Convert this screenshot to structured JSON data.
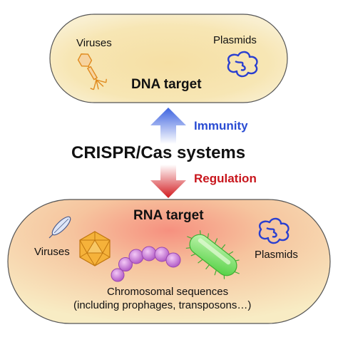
{
  "dna_box": {
    "title": "DNA target",
    "viruses": "Viruses",
    "plasmids": "Plasmids",
    "fill_center": "#f6dfa4",
    "fill_edge": "#f8eac2"
  },
  "center": {
    "title": "CRISPR/Cas systems",
    "immunity": "Immunity",
    "regulation": "Regulation",
    "immunity_color": "#2a4cd3",
    "regulation_color": "#c8161d"
  },
  "rna_box": {
    "title": "RNA target",
    "viruses": "Viruses",
    "plasmids": "Plasmids",
    "chromosomal_line1": "Chromosomal sequences",
    "chromosomal_line2": "(including prophages, transposons…)",
    "fill_center": "#f59a8a",
    "fill_edge": "#f8ebc3"
  },
  "icons": {
    "dna_virus": "bacteriophage-icon",
    "dna_plasmid": "plasmid-icon",
    "rna_virus_small": "filamentous-virus-icon",
    "rna_virus_large": "icosahedral-virus-icon",
    "rna_chain": "bead-chain-icon",
    "rna_bacterium": "bacterium-icon",
    "rna_plasmid": "plasmid-icon"
  }
}
